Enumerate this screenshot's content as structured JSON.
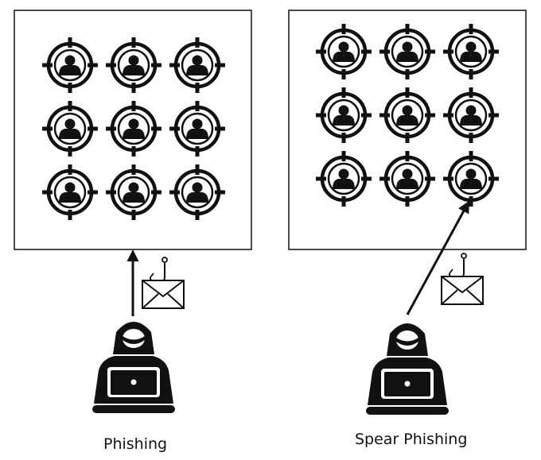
{
  "panels": [
    {
      "label": "Phishing",
      "targets": {
        "rows": 3,
        "cols": 3
      },
      "attack_direction": "straight-up",
      "target_scope": "all targets"
    },
    {
      "label": "Spear Phishing",
      "targets": {
        "rows": 3,
        "cols": 3
      },
      "attack_direction": "diagonal",
      "target_scope": "single target (row 3, column 3)"
    }
  ],
  "icons": {
    "target": "crosshair-user-icon",
    "attacker": "hooded-hacker-laptop-icon",
    "lure": "email-hook-icon"
  },
  "colors": {
    "ink": "#111111",
    "background": "#ffffff"
  }
}
